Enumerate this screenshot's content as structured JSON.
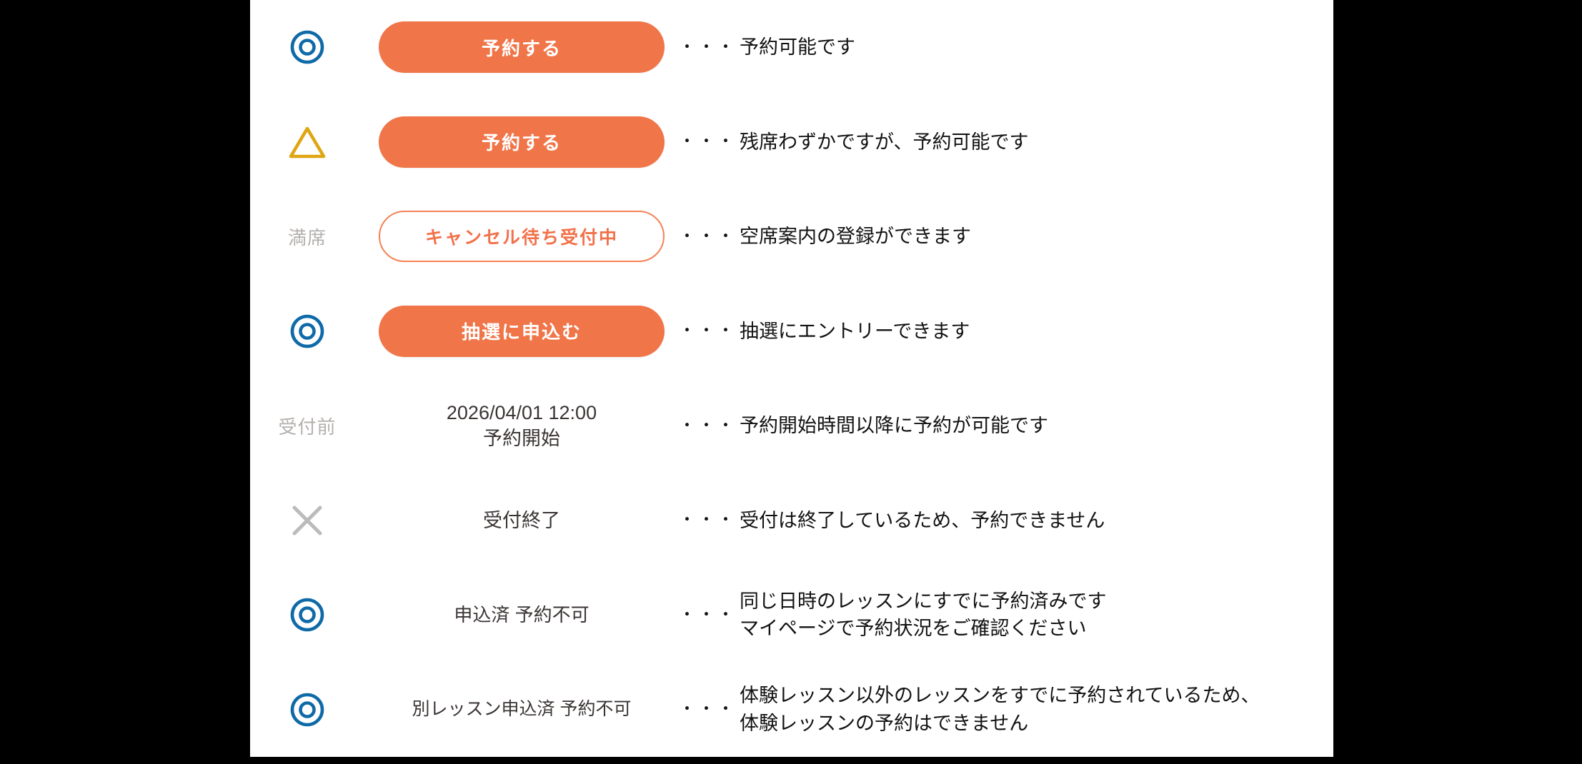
{
  "panel": {
    "background_color": "#FFFFFF",
    "page_background_color": "#000000"
  },
  "colors": {
    "primary_orange": "#F07548",
    "outline_orange": "#F48157",
    "outline_orange_text": "#F2714A",
    "status_blue": "#0F6AA8",
    "status_yellow": "#E0A512",
    "status_gray": "#BBBBBB",
    "muted_text": "#B4B0AE",
    "body_text": "#121212"
  },
  "dots": "・・・",
  "legend": {
    "rows": [
      {
        "id": "available",
        "mark": {
          "type": "icon",
          "icon": "double-circle-icon",
          "color": "#0F6AA8",
          "label": ""
        },
        "action": {
          "type": "primary-button",
          "label": "予約する"
        },
        "dots": "・・・",
        "description": [
          "予約可能です"
        ]
      },
      {
        "id": "few-seats",
        "mark": {
          "type": "icon",
          "icon": "triangle-icon",
          "color": "#E0A512",
          "label": ""
        },
        "action": {
          "type": "primary-button",
          "label": "予約する"
        },
        "dots": "・・・",
        "description": [
          "残席わずかですが、予約可能です"
        ]
      },
      {
        "id": "full-waitlist",
        "mark": {
          "type": "text",
          "icon": "",
          "color": "#B4B0AE",
          "label": "満席"
        },
        "action": {
          "type": "outline-button",
          "label": "キャンセル待ち受付中"
        },
        "dots": "・・・",
        "description": [
          "空席案内の登録ができます"
        ]
      },
      {
        "id": "lottery",
        "mark": {
          "type": "icon",
          "icon": "double-circle-icon",
          "color": "#0F6AA8",
          "label": ""
        },
        "action": {
          "type": "primary-button",
          "label": "抽選に申込む"
        },
        "dots": "・・・",
        "description": [
          "抽選にエントリーできます"
        ]
      },
      {
        "id": "before-open",
        "mark": {
          "type": "text",
          "icon": "",
          "color": "#B4B0AE",
          "label": "受付前"
        },
        "action": {
          "type": "plain-text",
          "label": "2026/04/01 12:00",
          "sublabel": "予約開始"
        },
        "dots": "・・・",
        "description": [
          "予約開始時間以降に予約が可能です"
        ]
      },
      {
        "id": "closed",
        "mark": {
          "type": "icon",
          "icon": "cross-icon",
          "color": "#BBBBBB",
          "label": ""
        },
        "action": {
          "type": "plain-text",
          "label": "受付終了",
          "sublabel": ""
        },
        "dots": "・・・",
        "description": [
          "受付は終了しているため、予約できません"
        ]
      },
      {
        "id": "already-booked",
        "mark": {
          "type": "icon",
          "icon": "double-circle-icon",
          "color": "#0F6AA8",
          "label": ""
        },
        "action": {
          "type": "plain-text-sm",
          "label": "申込済 予約不可",
          "sublabel": ""
        },
        "dots": "・・・",
        "description": [
          "同じ日時のレッスンにすでに予約済みです",
          "マイページで予約状況をご確認ください"
        ]
      },
      {
        "id": "other-lesson-booked",
        "mark": {
          "type": "icon",
          "icon": "double-circle-icon",
          "color": "#0F6AA8",
          "label": ""
        },
        "action": {
          "type": "plain-text-xs",
          "label": "別レッスン申込済 予約不可",
          "sublabel": ""
        },
        "dots": "・・・",
        "description": [
          "体験レッスン以外のレッスンをすでに予約されているため、",
          "体験レッスンの予約はできません"
        ]
      }
    ]
  }
}
